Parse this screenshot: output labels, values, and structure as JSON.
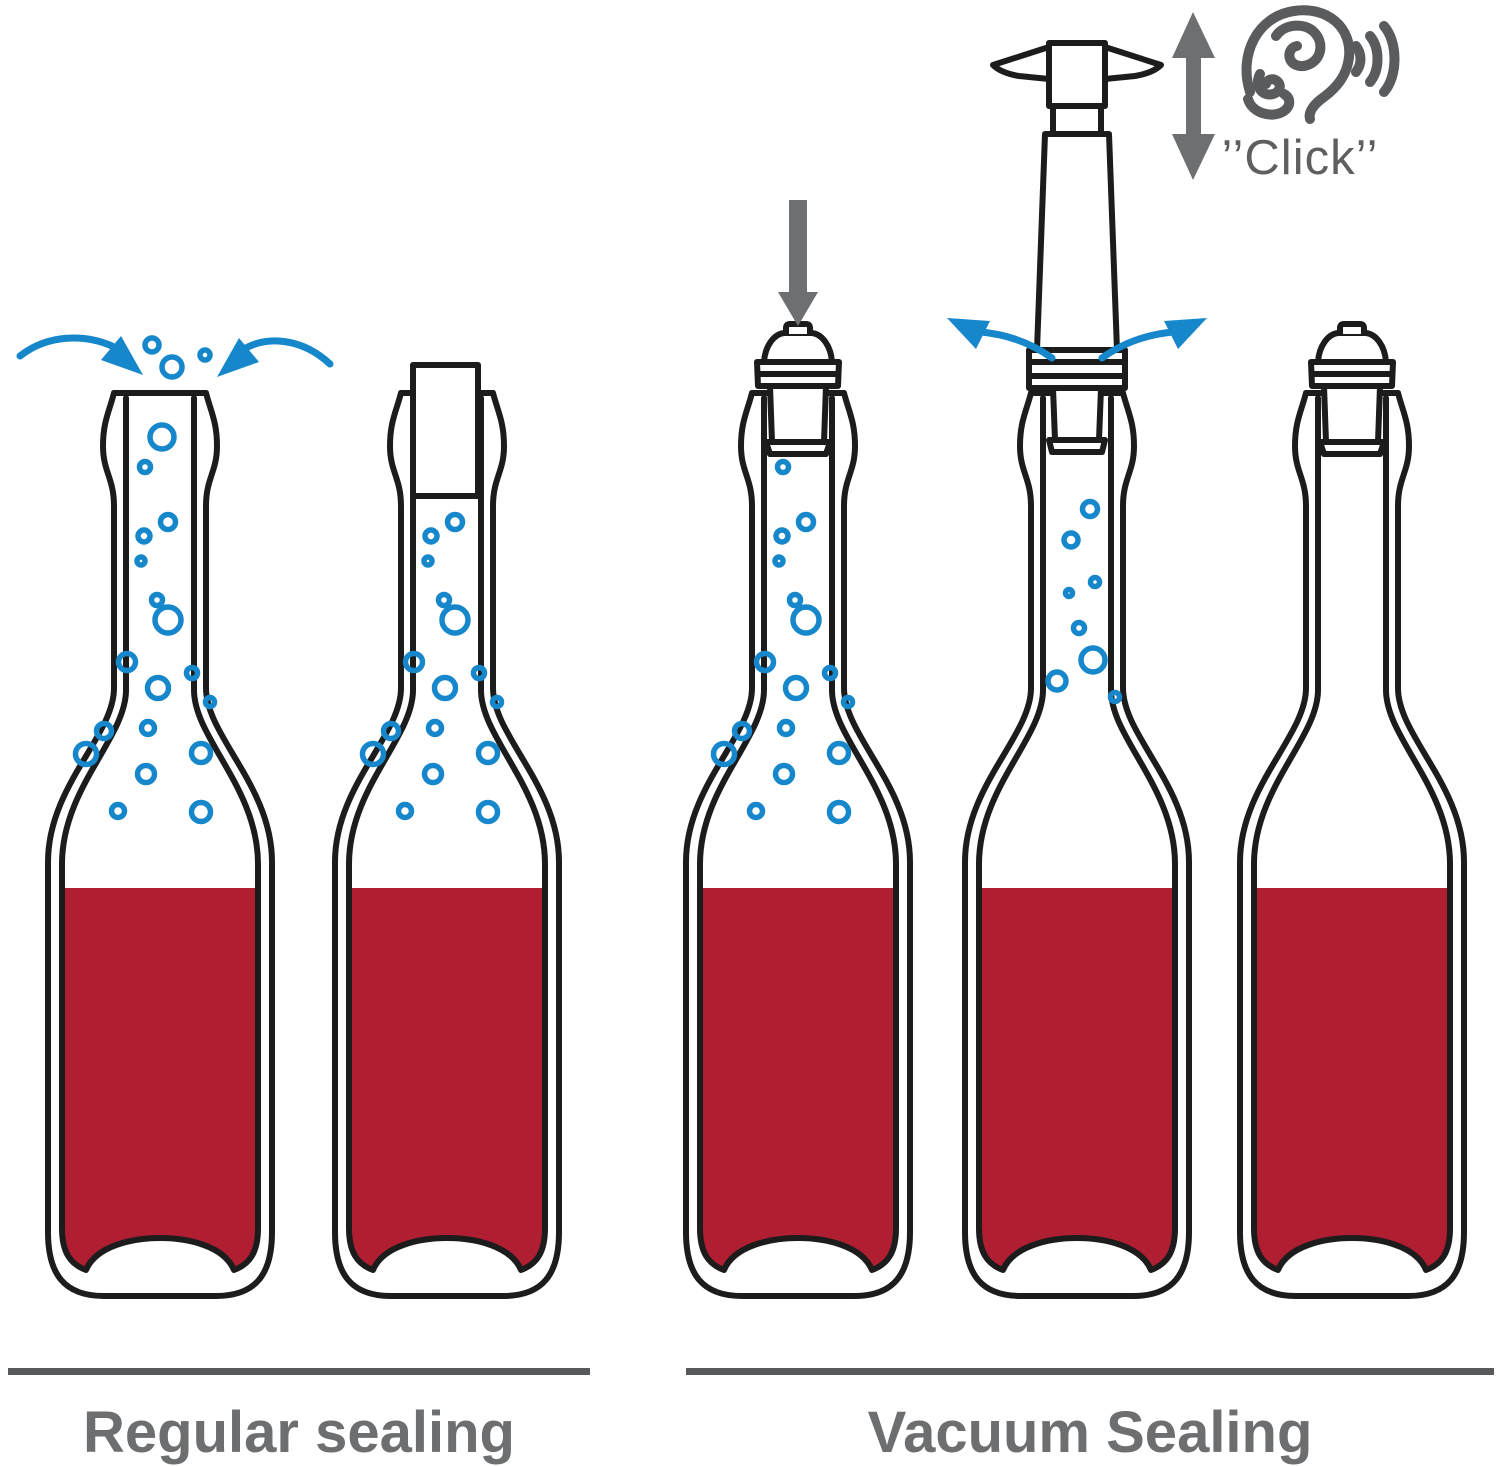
{
  "diagram": {
    "title_visible": false,
    "sections": [
      {
        "id": "regular",
        "label": "Regular sealing",
        "bottles": [
          {
            "state": "open bottle, air flowing in, bubbles of air inside wine headspace"
          },
          {
            "state": "bottle closed with regular cork, air bubbles still inside"
          }
        ]
      },
      {
        "id": "vacuum",
        "label": "Vacuum Sealing",
        "bottles": [
          {
            "state": "vacuum stopper pressed down onto bottle (arrow pushing down)"
          },
          {
            "state": "vacuum pump on stopper pumping air out, bubbles escaping, pump moves up-down until click"
          },
          {
            "state": "vacuum sealed bottle, no air bubbles left"
          }
        ]
      }
    ],
    "annotations": {
      "click_label": "’’Click’’",
      "sound_icon": "ear-icon-with-sound-waves",
      "pump_motion_icon": "up-down-double-arrow",
      "push_icon": "down-arrow",
      "airflow_icons": "curved-blue-arrows"
    },
    "colors": {
      "ink": "#1c1c1c",
      "wine": "#B01E31",
      "blue": "#1787CB",
      "gray_line": "#58595B",
      "gray_text": "#6D6E70",
      "gray_arrow": "#6E6F71",
      "gray_ear": "#5A5B5D",
      "gray_click": "#5E5F60"
    }
  }
}
